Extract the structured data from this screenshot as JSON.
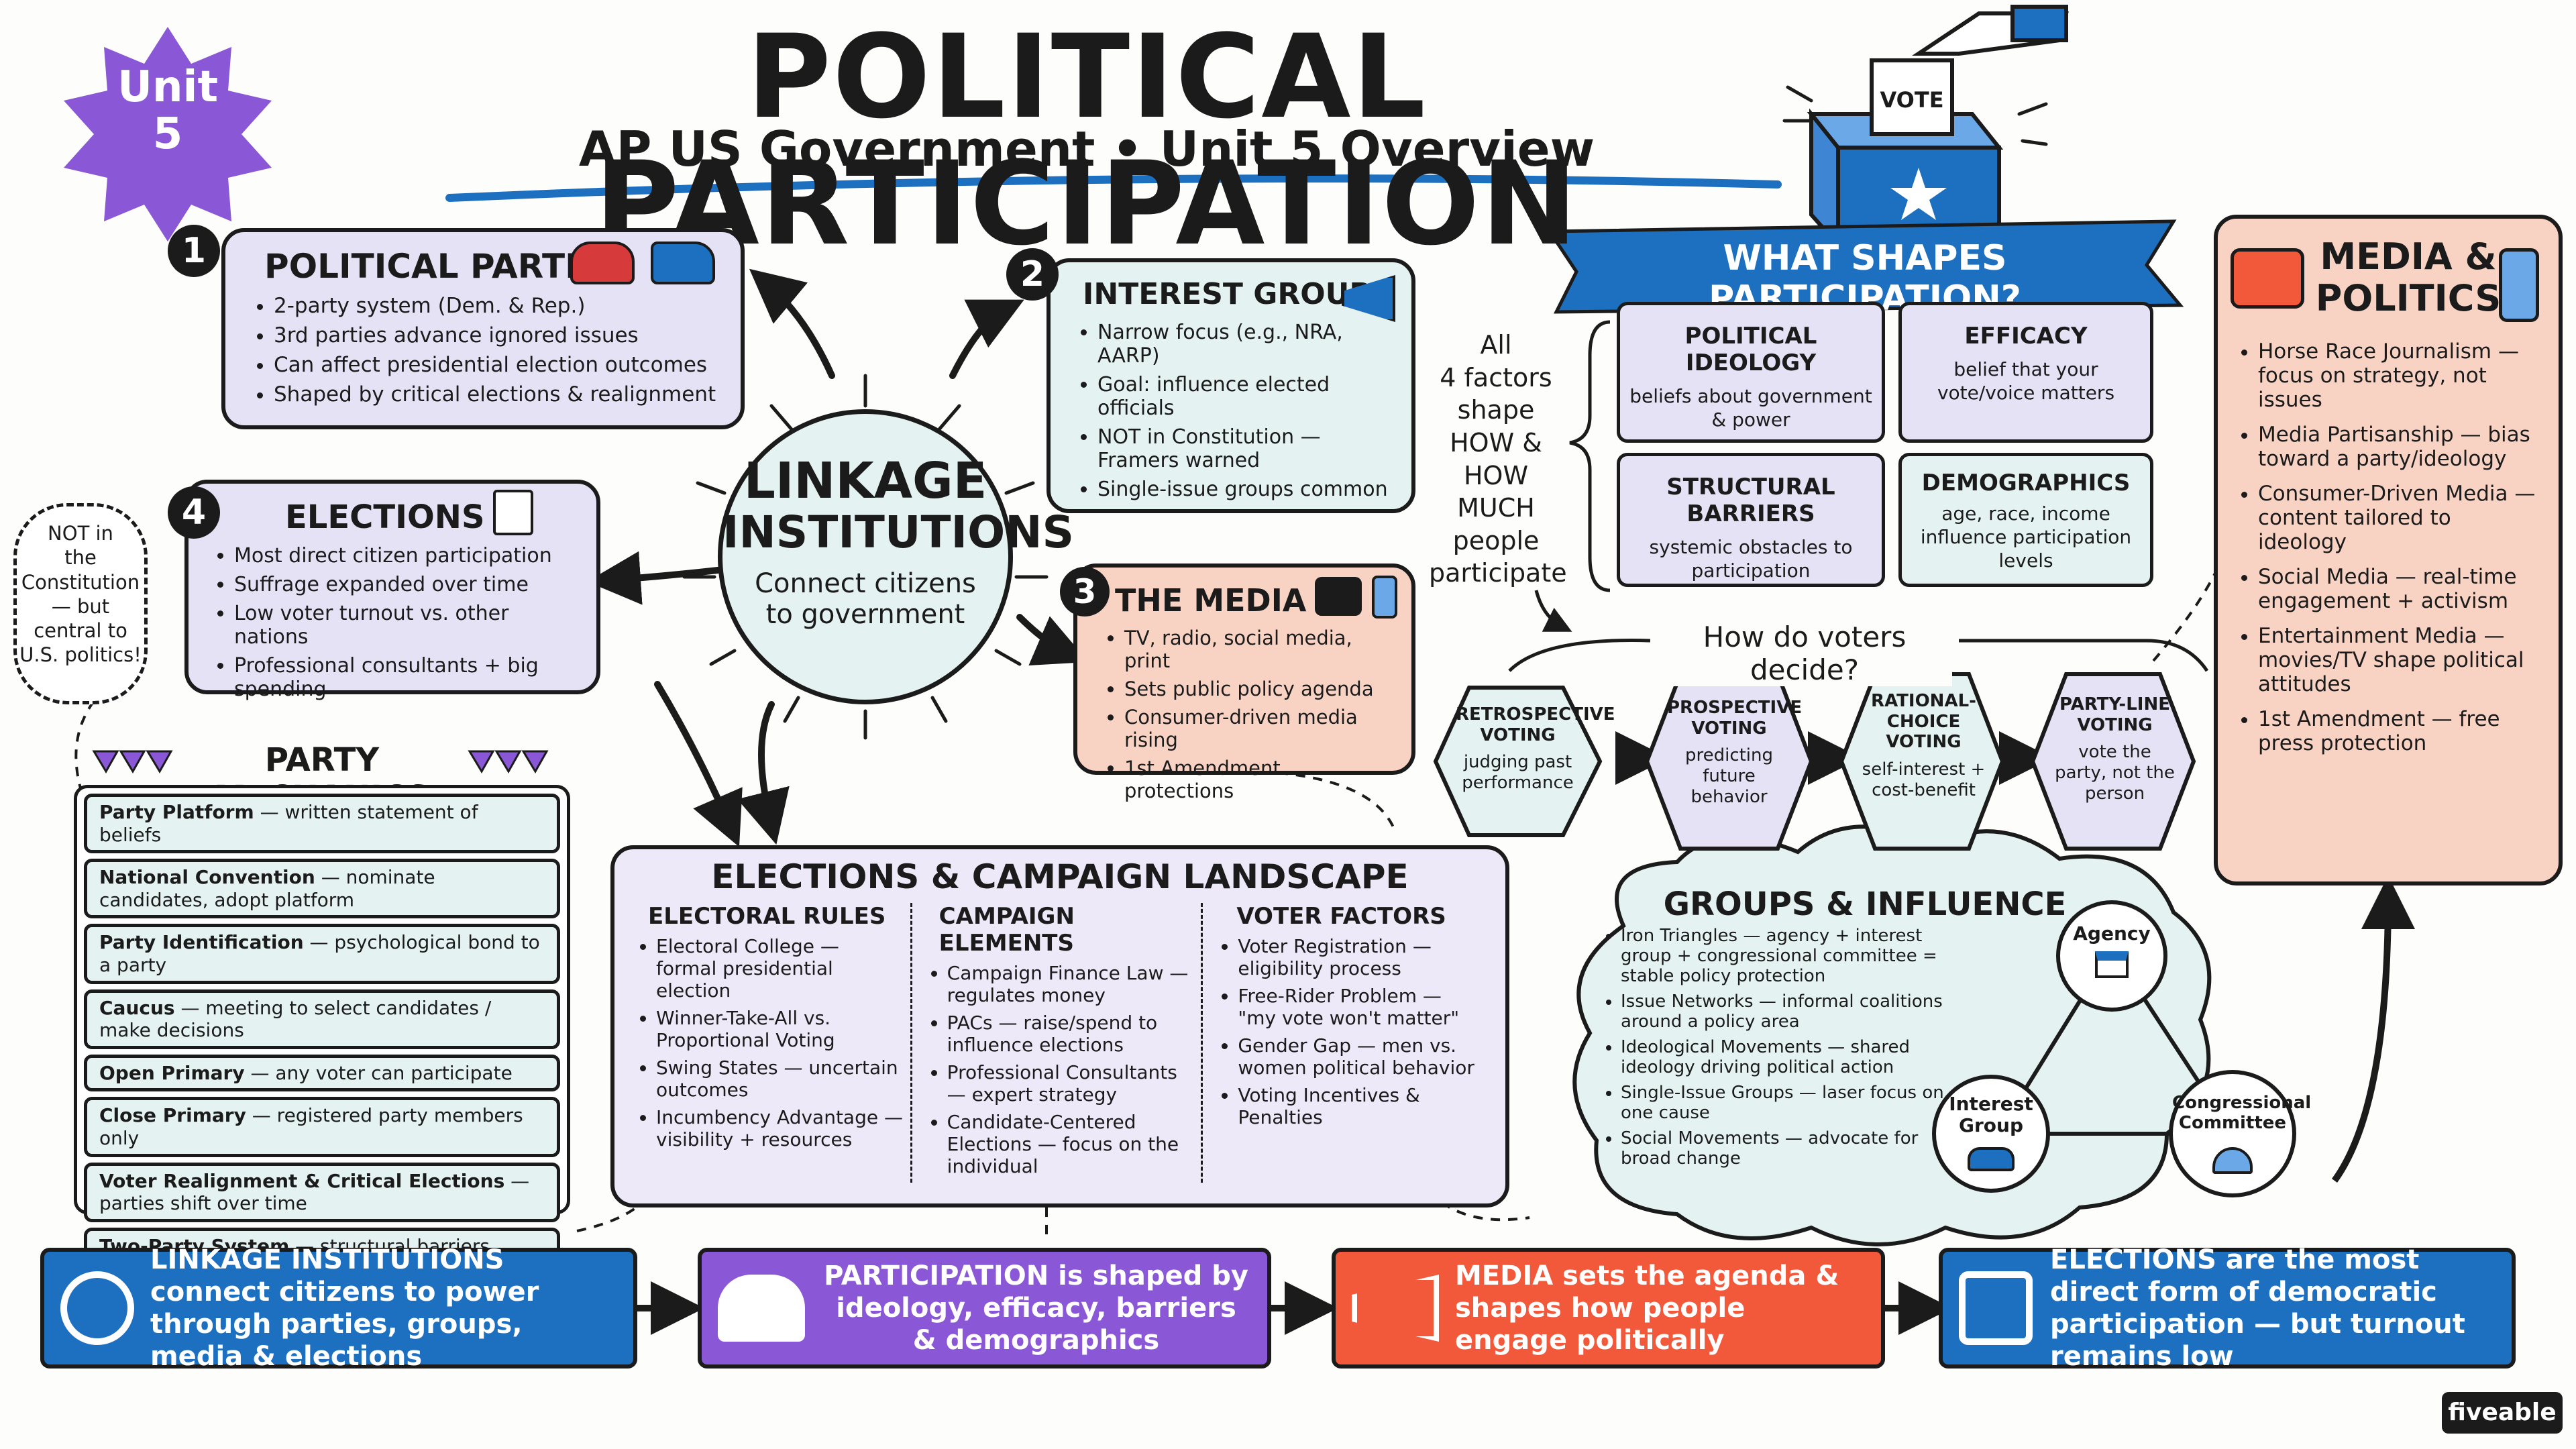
{
  "header": {
    "badge_line1": "Unit",
    "badge_line2": "5",
    "title": "POLITICAL PARTICIPATION",
    "subtitle": "AP US Government • Unit 5 Overview",
    "ballot_label": "VOTE"
  },
  "center": {
    "title_line1": "LINKAGE",
    "title_line2": "INSTITUTIONS",
    "sub_line1": "Connect citizens",
    "sub_line2": "to government"
  },
  "parties": {
    "num": "1",
    "title": "POLITICAL PARTIES",
    "items": [
      "2-party system (Dem. & Rep.)",
      "3rd parties advance ignored issues",
      "Can affect presidential election outcomes",
      "Shaped by critical elections & realignment"
    ]
  },
  "interest": {
    "num": "2",
    "title": "INTEREST GROUPS",
    "items": [
      "Narrow focus (e.g., NRA, AARP)",
      "Goal: influence elected officials",
      "NOT in Constitution — Framers warned",
      "Single-issue groups common"
    ]
  },
  "media": {
    "num": "3",
    "title": "THE MEDIA",
    "items": [
      "TV, radio, social media, print",
      "Sets public policy agenda",
      "Consumer-driven media rising",
      "1st Amendment protections"
    ]
  },
  "elections": {
    "num": "4",
    "title": "ELECTIONS",
    "items": [
      "Most direct citizen participation",
      "Suffrage expanded over time",
      "Low voter turnout vs. other nations",
      "Professional consultants + big spending"
    ]
  },
  "not_const": {
    "line1": "NOT in",
    "line2": "the",
    "line3": "Constitution",
    "line4": "— but",
    "line5": "central to",
    "line6": "U.S. politics!"
  },
  "mechanics": {
    "title": "PARTY MECHANICS",
    "items": [
      {
        "term": "Party Platform",
        "def": "— written statement of beliefs"
      },
      {
        "term": "National Convention",
        "def": "— nominate candidates, adopt platform"
      },
      {
        "term": "Party Identification",
        "def": "— psychological bond to a party"
      },
      {
        "term": "Caucus",
        "def": "— meeting to select candidates / make decisions"
      },
      {
        "term": "Open Primary",
        "def": "— any voter can participate"
      },
      {
        "term": "Close Primary",
        "def": "— registered party members only"
      },
      {
        "term": "Voter Realignment & Critical Elections",
        "def": "— parties shift over time"
      },
      {
        "term": "Two-Party System",
        "def": "— structural barriers block third parties"
      }
    ]
  },
  "landscape": {
    "title": "ELECTIONS & CAMPAIGN LANDSCAPE",
    "col1": {
      "head": "ELECTORAL RULES",
      "items": [
        "Electoral College — formal presidential election",
        "Winner-Take-All vs. Proportional Voting",
        "Swing States — uncertain outcomes",
        "Incumbency Advantage — visibility + resources"
      ]
    },
    "col2": {
      "head": "CAMPAIGN ELEMENTS",
      "items": [
        "Campaign Finance Law — regulates money",
        "PACs — raise/spend to influence elections",
        "Professional Consultants — expert strategy",
        "Candidate-Centered Elections — focus on the individual"
      ]
    },
    "col3": {
      "head": "VOTER FACTORS",
      "items": [
        "Voter Registration — eligibility process",
        "Free-Rider Problem — \"my vote won't matter\"",
        "Gender Gap — men vs. women political behavior",
        "Voting Incentives & Penalties"
      ]
    }
  },
  "shapes": {
    "banner": "WHAT SHAPES PARTICIPATION?",
    "side_l1": "All",
    "side_l2": "4 factors",
    "side_l3": "shape",
    "side_l4": "HOW &",
    "side_l5": "HOW MUCH",
    "side_l6": "people",
    "side_l7": "participate",
    "cards": [
      {
        "title": "POLITICAL IDEOLOGY",
        "body": "beliefs about government & power",
        "color": "#e6e2f6"
      },
      {
        "title": "EFFICACY",
        "body": "belief that your vote/voice matters",
        "color": "#e6e2f6"
      },
      {
        "title": "STRUCTURAL BARRIERS",
        "body": "systemic obstacles to participation",
        "color": "#e6e2f6"
      },
      {
        "title": "DEMOGRAPHICS",
        "body": "age, race, income influence participation levels",
        "color": "#e4f3f2"
      }
    ]
  },
  "voters": {
    "question": "How do voters decide?",
    "hexes": [
      {
        "title": "RETROSPECTIVE VOTING",
        "body": "judging past performance"
      },
      {
        "title": "PROSPECTIVE VOTING",
        "body": "predicting future behavior"
      },
      {
        "title": "RATIONAL-CHOICE VOTING",
        "body": "self-interest + cost-benefit"
      },
      {
        "title": "PARTY-LINE VOTING",
        "body": "vote the party, not the person"
      }
    ]
  },
  "mediapol": {
    "title_line1": "MEDIA &",
    "title_line2": "POLITICS",
    "items": [
      "Horse Race Journalism — focus on strategy, not issues",
      "Media Partisanship — bias toward a party/ideology",
      "Consumer-Driven Media — content tailored to ideology",
      "Social Media — real-time engagement + activism",
      "Entertainment Media — movies/TV shape political attitudes",
      "1st Amendment — free press protection"
    ]
  },
  "groups": {
    "title": "GROUPS & INFLUENCE",
    "items": [
      "Iron Triangles — agency + interest group + congressional committee = stable policy protection",
      "Issue Networks — informal coalitions around a policy area",
      "Ideological Movements — shared ideology driving political action",
      "Single-Issue Groups — laser focus on one cause",
      "Social Movements — advocate for broad change"
    ],
    "node_agency": "Agency",
    "node_ig_1": "Interest",
    "node_ig_2": "Group",
    "node_cc_1": "Congressional",
    "node_cc_2": "Committee"
  },
  "bottom": [
    {
      "text": "LINKAGE INSTITUTIONS connect citizens to power through parties, groups, media & elections",
      "color": "#1d6fc0"
    },
    {
      "text": "PARTICIPATION is shaped by ideology, efficacy, barriers & demographics",
      "color": "#8a57d6"
    },
    {
      "text": "MEDIA sets the agenda & shapes how people engage politically",
      "color": "#f2583a"
    },
    {
      "text": "ELECTIONS are the most direct form of democratic participation — but turnout remains low",
      "color": "#1d6fc0"
    }
  ],
  "brand": "fiveable"
}
